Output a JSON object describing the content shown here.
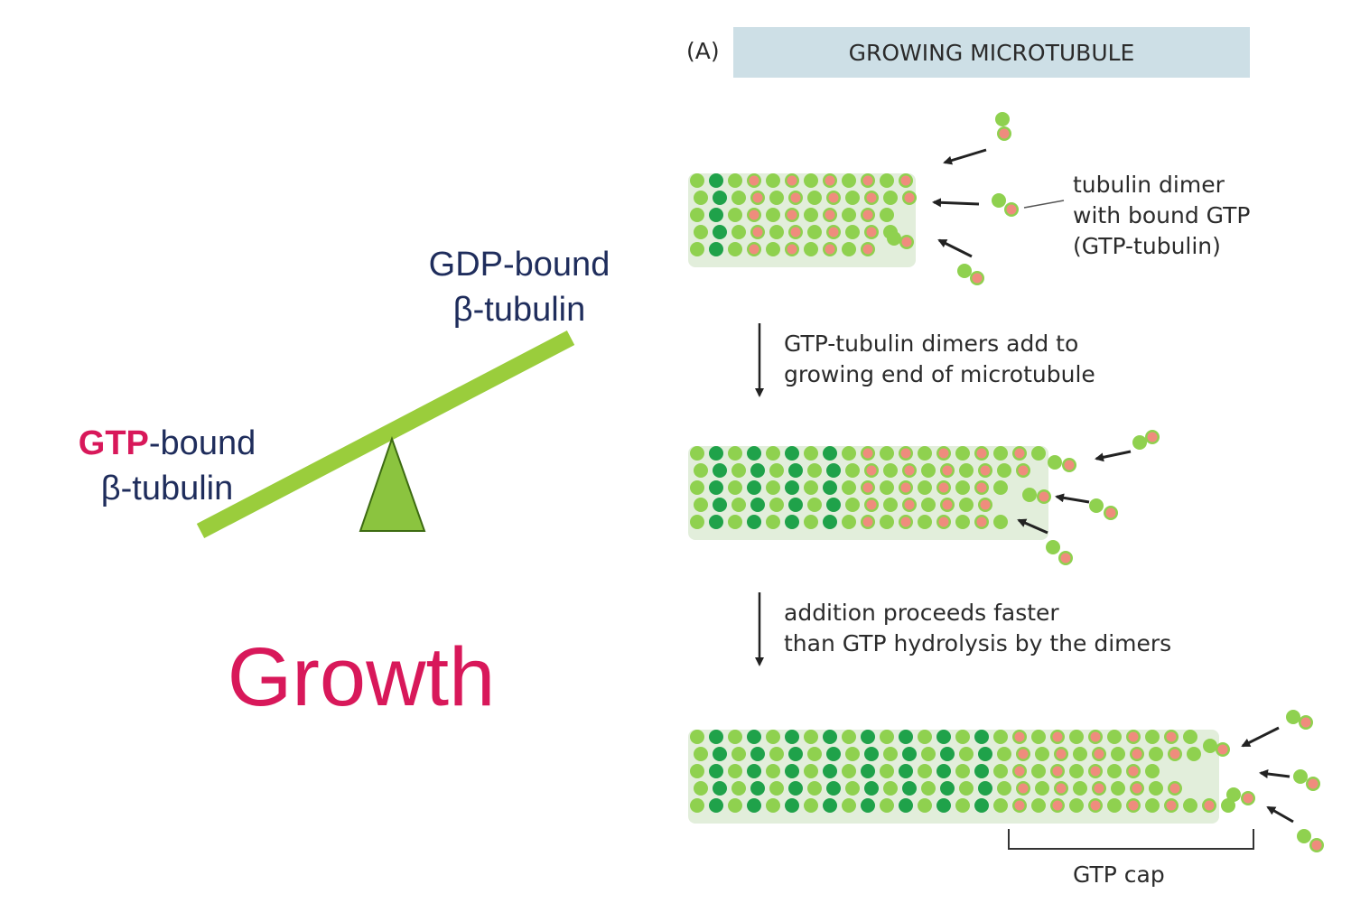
{
  "balance": {
    "high_side_label": [
      "GDP-bound",
      "β-tubulin"
    ],
    "low_side_label_highlight": "GTP",
    "low_side_label_rest": "-bound",
    "low_side_label_line2": "β-tubulin",
    "state_word": "Growth",
    "colors": {
      "beam": "#9acd3c",
      "fulcrum": "#8bc43f",
      "highlight": "#d8185a",
      "text": "#1f2d5c"
    }
  },
  "panel": {
    "letter": "(A)",
    "title": "GROWING MICROTUBULE",
    "dimer_note": [
      "tubulin dimer",
      "with bound GTP",
      "(GTP-tubulin)"
    ],
    "step1_note": [
      "GTP-tubulin dimers add to",
      "growing end of microtubule"
    ],
    "step2_note": [
      "addition proceeds faster",
      "than GTP hydrolysis by the dimers"
    ],
    "cap_label": "GTP cap",
    "colors": {
      "alpha": "#8fd14f",
      "beta_gdp": "#1fa24a",
      "beta_gtp": "#ef8c7d",
      "bar": "#cddfe6"
    }
  }
}
